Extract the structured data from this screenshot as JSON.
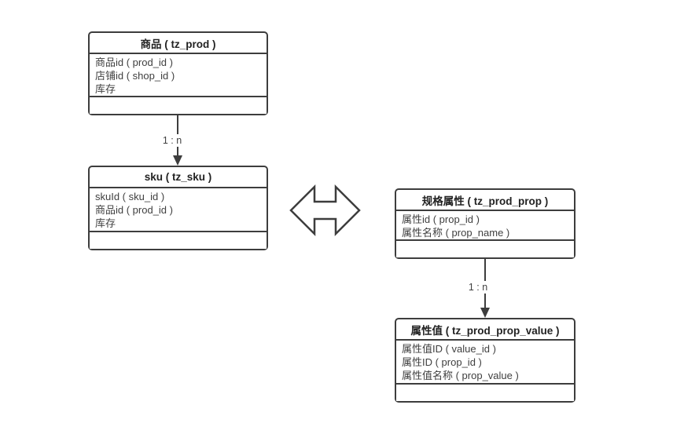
{
  "diagram": {
    "background_color": "#ffffff",
    "line_color": "#3d3d3d",
    "text_color": "#3f3f3f",
    "header_text_color": "#222222",
    "tables": [
      {
        "name": "tz_prod",
        "title": "商品 ( tz_prod )",
        "fields": [
          "商品id ( prod_id )",
          "店铺id ( shop_id )",
          "库存"
        ]
      },
      {
        "name": "tz_sku",
        "title": "sku ( tz_sku )",
        "fields": [
          "skuId ( sku_id )",
          "商品id ( prod_id )",
          "库存"
        ]
      },
      {
        "name": "tz_prod_prop",
        "title": "规格属性 ( tz_prod_prop )",
        "fields": [
          "属性id ( prop_id )",
          "属性名称 ( prop_name )"
        ]
      },
      {
        "name": "tz_prod_prop_value",
        "title": "属性值 ( tz_prod_prop_value )",
        "fields": [
          "属性值ID ( value_id )",
          "属性ID ( prop_id )",
          "属性值名称 ( prop_value )"
        ]
      }
    ],
    "relations": [
      {
        "from": "tz_prod",
        "to": "tz_sku",
        "label": "1 : n"
      },
      {
        "from": "tz_prod_prop",
        "to": "tz_prod_prop_value",
        "label": "1 : n"
      }
    ],
    "connector": {
      "type": "double-horizontal-arrow"
    }
  }
}
